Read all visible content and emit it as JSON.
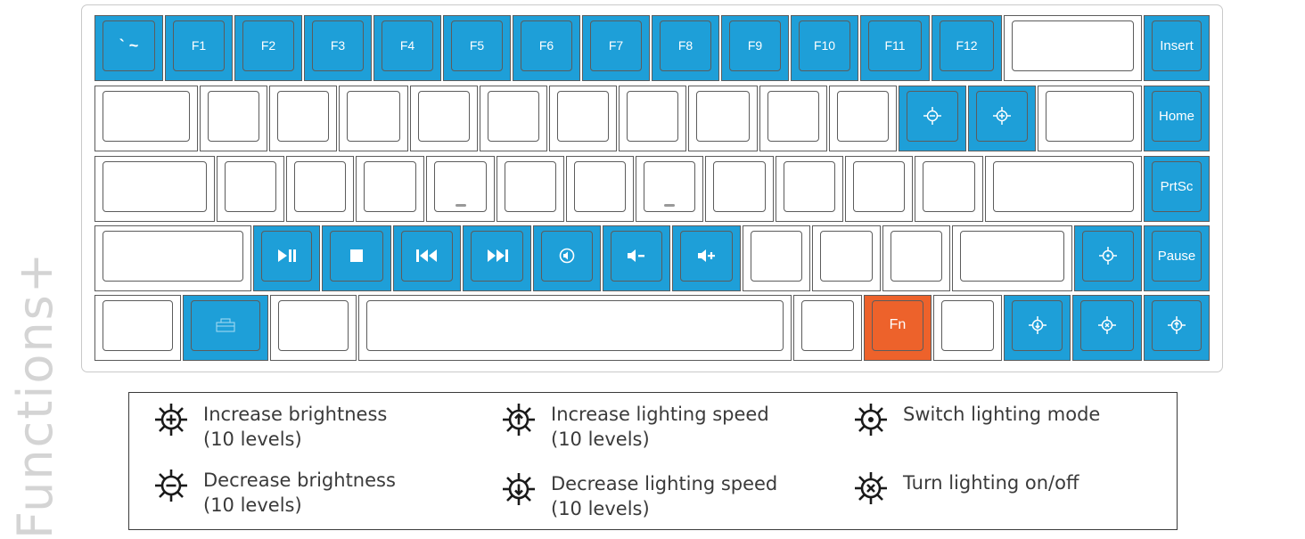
{
  "side_title": "Functions+",
  "colors": {
    "blue": "#1e9fd8",
    "orange": "#ed622b",
    "white": "#ffffff"
  },
  "keys": {
    "row1": [
      "` ~",
      "F1",
      "F2",
      "F3",
      "F4",
      "F5",
      "F6",
      "F7",
      "F8",
      "F9",
      "F10",
      "F11",
      "F12",
      "",
      "Insert"
    ],
    "row2_right": "Home",
    "row3_right": "PrtSc",
    "row4_right": "Pause",
    "fn": "Fn"
  },
  "icons": {
    "row2": [
      "brightness-decrease-icon",
      "brightness-increase-icon"
    ],
    "row4_media": [
      "play-pause-icon",
      "stop-icon",
      "previous-track-icon",
      "next-track-icon",
      "mute-icon",
      "volume-down-icon",
      "volume-up-icon"
    ],
    "row4_light": "switch-lighting-mode-icon",
    "row5_app": "windows-lock-icon",
    "row5_light": [
      "lighting-speed-decrease-icon",
      "lighting-on-off-icon",
      "lighting-speed-increase-icon"
    ]
  },
  "legend": [
    {
      "icon": "brightness-plus-icon",
      "line1": "Increase brightness",
      "line2": "(10 levels)"
    },
    {
      "icon": "speed-up-icon",
      "line1": "Increase lighting speed",
      "line2": "(10 levels)"
    },
    {
      "icon": "mode-switch-icon",
      "line1": "Switch lighting mode",
      "line2": ""
    },
    {
      "icon": "brightness-minus-icon",
      "line1": "Decrease brightness",
      "line2": "(10 levels)"
    },
    {
      "icon": "speed-down-icon",
      "line1": "Decrease lighting speed",
      "line2": "(10 levels)"
    },
    {
      "icon": "lighting-toggle-icon",
      "line1": "Turn lighting on/off",
      "line2": ""
    }
  ]
}
